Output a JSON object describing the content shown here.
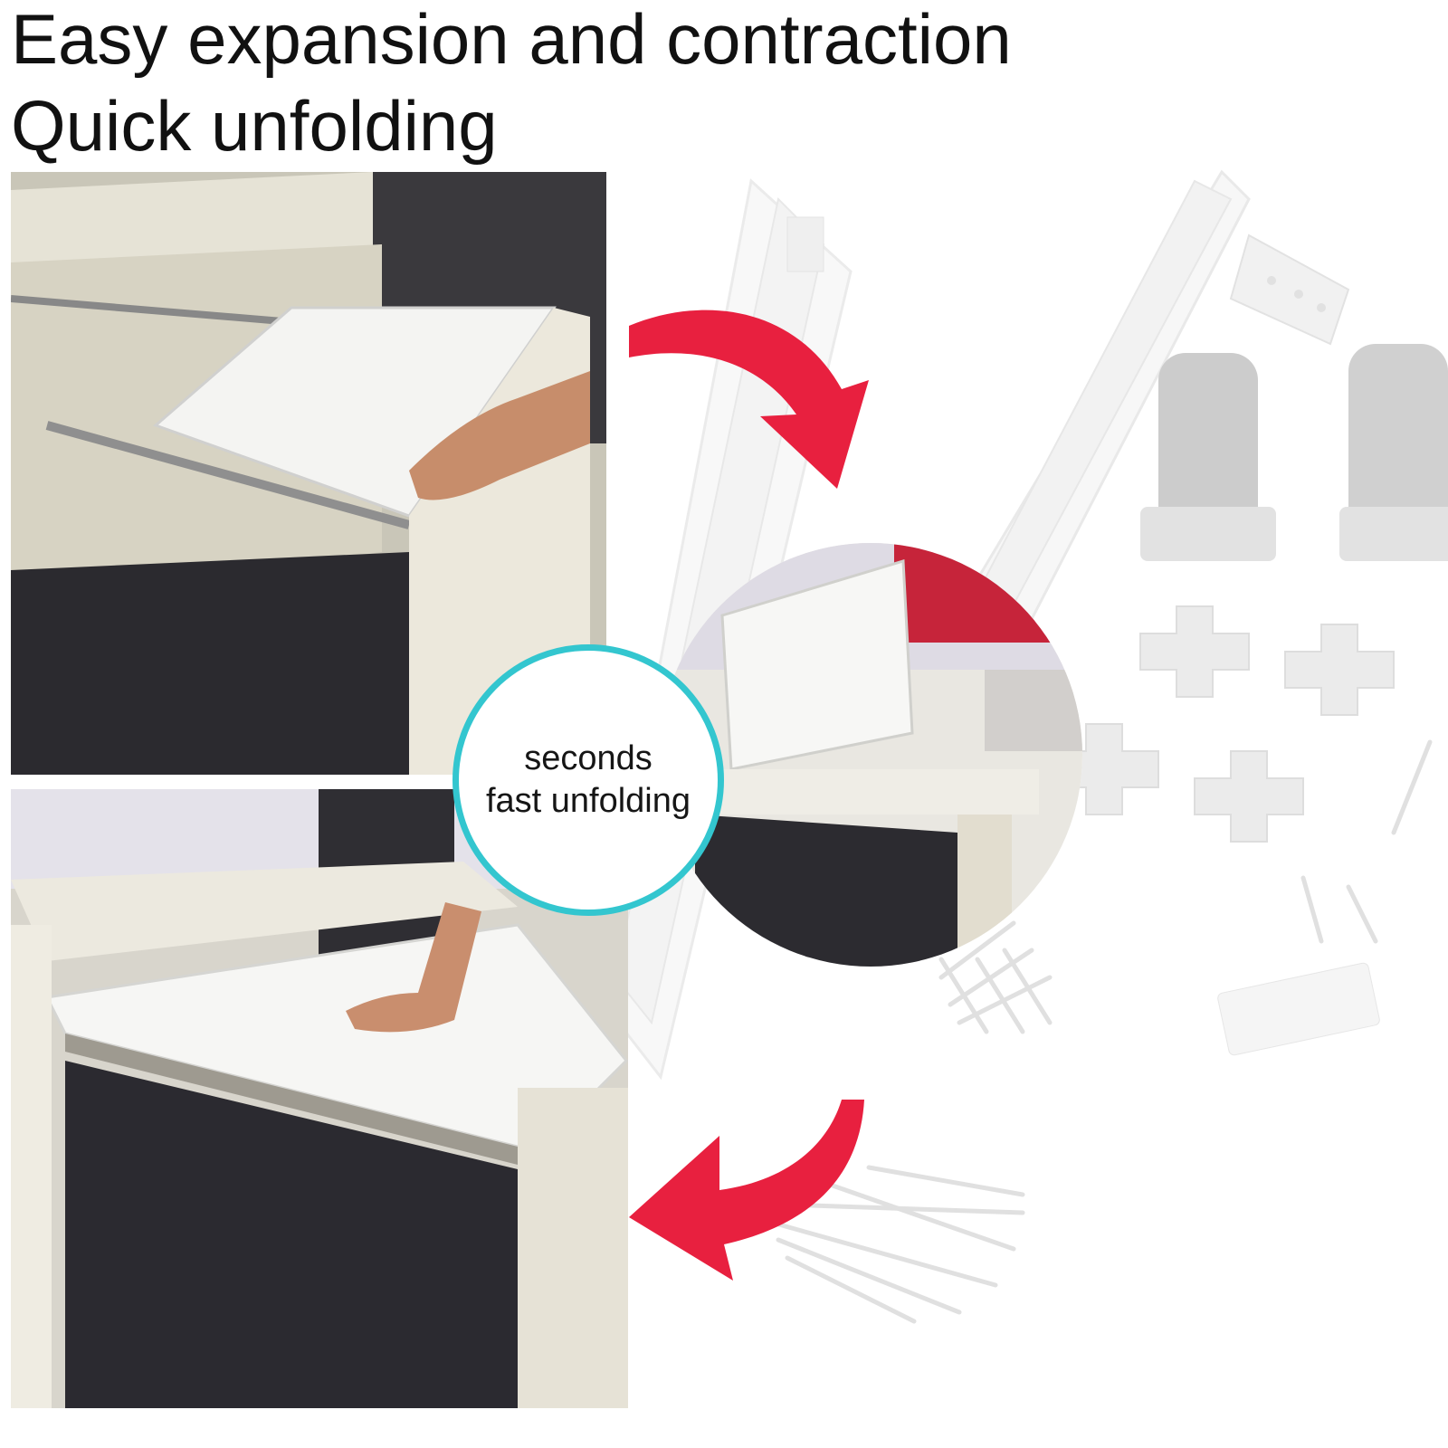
{
  "headline": {
    "line1": "Easy expansion and contraction",
    "line2": "Quick unfolding"
  },
  "badge": {
    "line1": "seconds",
    "line2": "fast unfolding"
  },
  "colors": {
    "arrow": "#e8203f",
    "badge_ring": "#33c6cf",
    "text": "#111111"
  }
}
